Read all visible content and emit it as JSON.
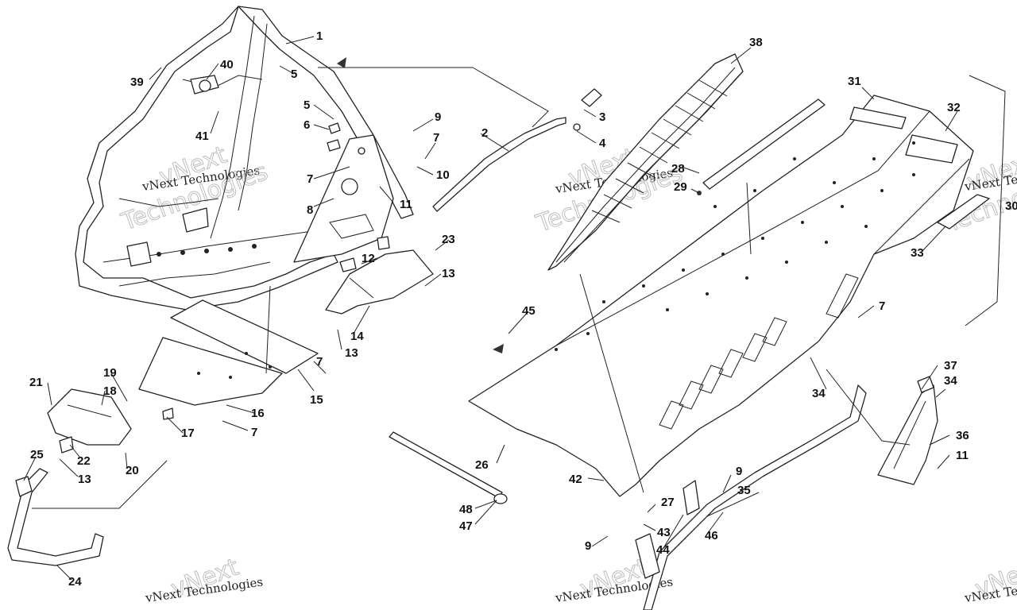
{
  "watermark": {
    "line1": "vNext",
    "line2": "vNext Technologies",
    "line3": "Technologies"
  },
  "callouts": {
    "c1": "1",
    "c2": "2",
    "c3": "3",
    "c4": "4",
    "c5a": "5",
    "c5b": "5",
    "c6": "6",
    "c7a": "7",
    "c7b": "7",
    "c7c": "7",
    "c7d": "7",
    "c7e": "7",
    "c8": "8",
    "c9a": "9",
    "c9b": "9",
    "c9c": "9",
    "c10": "10",
    "c11a": "11",
    "c11b": "11",
    "c12": "12",
    "c13a": "13",
    "c13b": "13",
    "c13c": "13",
    "c14": "14",
    "c15": "15",
    "c16": "16",
    "c17": "17",
    "c18": "18",
    "c19": "19",
    "c20": "20",
    "c21": "21",
    "c22": "22",
    "c23": "23",
    "c24": "24",
    "c25": "25",
    "c26": "26",
    "c27": "27",
    "c28": "28",
    "c29": "29",
    "c30": "30",
    "c31": "31",
    "c32": "32",
    "c33": "33",
    "c34a": "34",
    "c34b": "34",
    "c35": "35",
    "c36": "36",
    "c37": "37",
    "c38": "38",
    "c39": "39",
    "c40": "40",
    "c41": "41",
    "c42": "42",
    "c43": "43",
    "c44": "44",
    "c45": "45",
    "c46": "46",
    "c47": "47",
    "c48": "48"
  }
}
